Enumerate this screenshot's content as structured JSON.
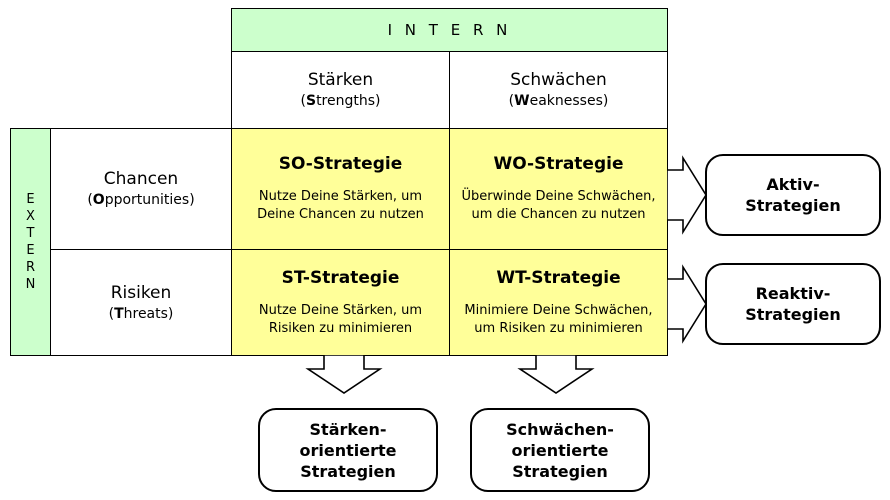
{
  "matrix": {
    "intern_header": "I N T E R N",
    "extern_header": "EXTERN",
    "extern_letters": [
      "E",
      "X",
      "T",
      "E",
      "R",
      "N"
    ],
    "columns": [
      {
        "title": "Stärken",
        "sub_bold": "S",
        "sub_rest": "trengths)",
        "sub_open": "("
      },
      {
        "title": "Schwächen",
        "sub_bold": "W",
        "sub_rest": "eaknesses)",
        "sub_open": "("
      }
    ],
    "rows": [
      {
        "title": "Chancen",
        "sub_bold": "O",
        "sub_rest": "pportunities)",
        "sub_open": "("
      },
      {
        "title": "Risiken",
        "sub_bold": "T",
        "sub_rest": "hreats)",
        "sub_open": "("
      }
    ],
    "quadrants": [
      {
        "key": "so",
        "title": "SO-Strategie",
        "desc_line1": "Nutze Deine Stärken, um",
        "desc_line2": "Deine Chancen zu nutzen"
      },
      {
        "key": "wo",
        "title": "WO-Strategie",
        "desc_line1": "Überwinde Deine Schwächen,",
        "desc_line2": "um die Chancen zu nutzen"
      },
      {
        "key": "st",
        "title": "ST-Strategie",
        "desc_line1": "Nutze Deine Stärken, um",
        "desc_line2": "Risiken zu minimieren"
      },
      {
        "key": "wt",
        "title": "WT-Strategie",
        "desc_line1": "Minimiere Deine Schwächen,",
        "desc_line2": "um Risiken zu minimieren"
      }
    ]
  },
  "outputs": {
    "right": [
      {
        "key": "aktiv",
        "line1": "Aktiv-",
        "line2": "Strategien"
      },
      {
        "key": "reaktiv",
        "line1": "Reaktiv-",
        "line2": "Strategien"
      }
    ],
    "bottom": [
      {
        "key": "staerken",
        "line1": "Stärken-",
        "line2": "orientierte",
        "line3": "Strategien"
      },
      {
        "key": "schwaechen",
        "line1": "Schwächen-",
        "line2": "orientierte",
        "line3": "Strategien"
      }
    ]
  },
  "colors": {
    "header_green": "#ccffcc",
    "quadrant_yellow": "#ffff99",
    "line": "#000000",
    "background": "#ffffff"
  }
}
